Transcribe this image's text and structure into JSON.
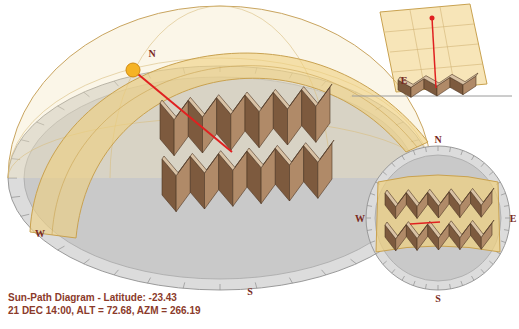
{
  "diagram": {
    "labels": [
      "Sun-Path Diagram - Latitude: -23.43",
      "21 DEC 14:00, ALT = 72.68, AZM = 266.19",
      "N",
      "E",
      "W",
      "S",
      "N",
      "W",
      "E",
      "S"
    ]
  }
}
